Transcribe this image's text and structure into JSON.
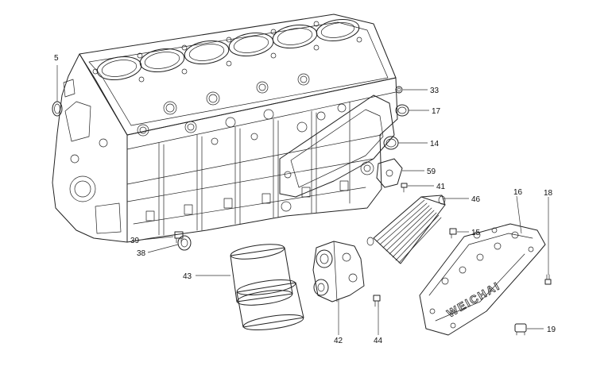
{
  "diagram": {
    "brand_text": "WEICHAI",
    "callouts": {
      "c5": "5",
      "c33": "33",
      "c17": "17",
      "c14": "14",
      "c59": "59",
      "c41": "41",
      "c46": "46",
      "c16": "16",
      "c18": "18",
      "c15": "15",
      "c39": "39",
      "c38": "38",
      "c43": "43",
      "c42": "42",
      "c44": "44",
      "c19": "19"
    }
  }
}
